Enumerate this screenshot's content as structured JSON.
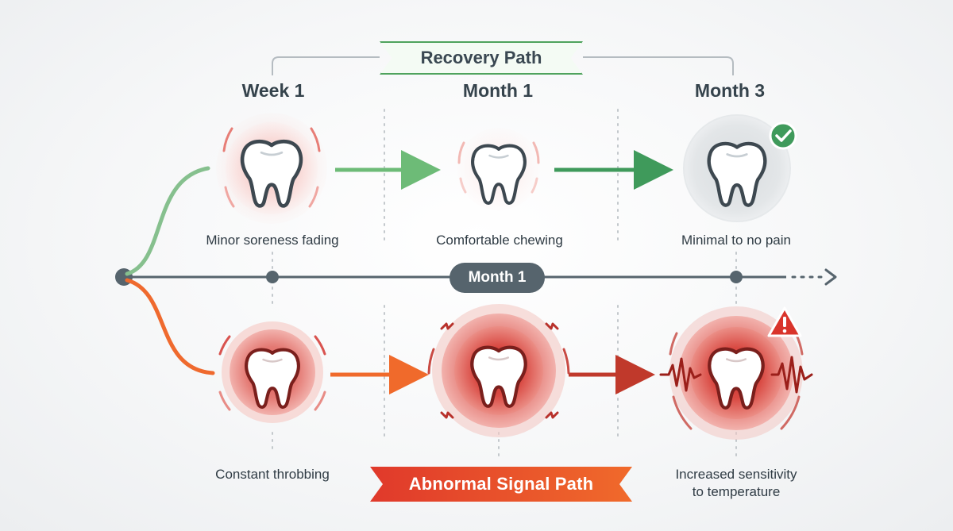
{
  "recovery_path": {
    "title": "Recovery Path",
    "accent_color": "#4fa35d",
    "stages": [
      {
        "header": "Week 1",
        "caption": "Minor soreness fading",
        "icon": "tooth-icon"
      },
      {
        "header": "Month 1",
        "caption": "Comfortable chewing",
        "icon": "tooth-icon"
      },
      {
        "header": "Month 3",
        "caption": "Minimal to no pain",
        "icon": "tooth-icon",
        "badge": "check-icon"
      }
    ]
  },
  "timeline": {
    "marker_label": "Month 1",
    "color": "#56646d"
  },
  "abnormal_path": {
    "title": "Abnormal Signal Path",
    "accent_color": "#c0392b",
    "stages": [
      {
        "caption_lines": [
          "Constant throbbing"
        ],
        "icon": "tooth-icon"
      },
      {
        "caption_lines": [],
        "icon": "tooth-icon"
      },
      {
        "caption_lines": [
          "Increased sensitivity",
          "to temperature"
        ],
        "icon": "tooth-icon",
        "badge": "warning-icon"
      }
    ]
  }
}
